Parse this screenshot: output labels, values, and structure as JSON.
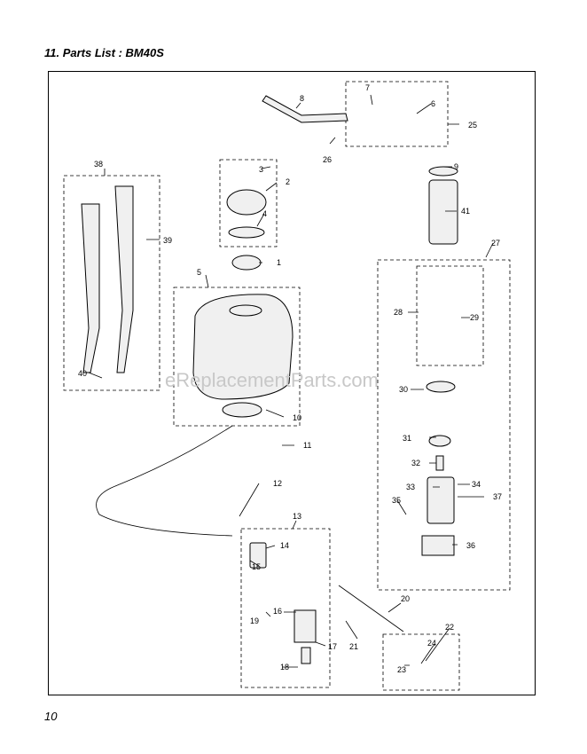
{
  "header": {
    "title": "11. Parts List : BM40S"
  },
  "footer": {
    "page_number": "10"
  },
  "watermark": "eReplacementParts.com",
  "callouts": [
    "1",
    "2",
    "3",
    "4",
    "5",
    "6",
    "7",
    "8",
    "9",
    "10",
    "11",
    "12",
    "13",
    "14",
    "15",
    "16",
    "17",
    "18",
    "19",
    "20",
    "21",
    "22",
    "23",
    "24",
    "25",
    "26",
    "27",
    "28",
    "29",
    "30",
    "31",
    "32",
    "33",
    "34",
    "35",
    "36",
    "37",
    "38",
    "39",
    "40",
    "41"
  ]
}
